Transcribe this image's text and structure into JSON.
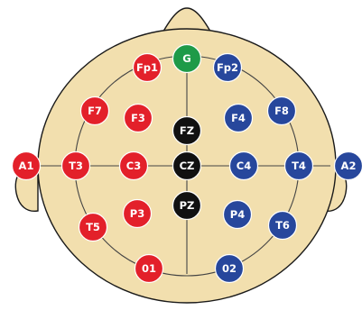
{
  "colors": {
    "head_fill": "#f2dfae",
    "head_outline": "#1a1a1a",
    "grid_lines": "#444444",
    "left_hemisphere": "#e3202a",
    "right_hemisphere": "#27479c",
    "midline": "#111111",
    "ground": "#1e9a48",
    "label_text": "#ffffff"
  },
  "electrodes": {
    "g": {
      "label": "G",
      "group": "ground"
    },
    "fp1": {
      "label": "Fp1",
      "group": "left"
    },
    "fp2": {
      "label": "Fp2",
      "group": "right"
    },
    "f7": {
      "label": "F7",
      "group": "left"
    },
    "f3": {
      "label": "F3",
      "group": "left"
    },
    "fz": {
      "label": "FZ",
      "group": "midline"
    },
    "f4": {
      "label": "F4",
      "group": "right"
    },
    "f8": {
      "label": "F8",
      "group": "right"
    },
    "a1": {
      "label": "A1",
      "group": "left"
    },
    "t3": {
      "label": "T3",
      "group": "left"
    },
    "c3": {
      "label": "C3",
      "group": "left"
    },
    "cz": {
      "label": "CZ",
      "group": "midline"
    },
    "c4": {
      "label": "C4",
      "group": "right"
    },
    "t4": {
      "label": "T4",
      "group": "right"
    },
    "a2": {
      "label": "A2",
      "group": "right"
    },
    "t5": {
      "label": "T5",
      "group": "left"
    },
    "p3": {
      "label": "P3",
      "group": "left"
    },
    "pz": {
      "label": "PZ",
      "group": "midline"
    },
    "p4": {
      "label": "P4",
      "group": "right"
    },
    "t6": {
      "label": "T6",
      "group": "right"
    },
    "o1": {
      "label": "01",
      "group": "left"
    },
    "o2": {
      "label": "02",
      "group": "right"
    }
  }
}
